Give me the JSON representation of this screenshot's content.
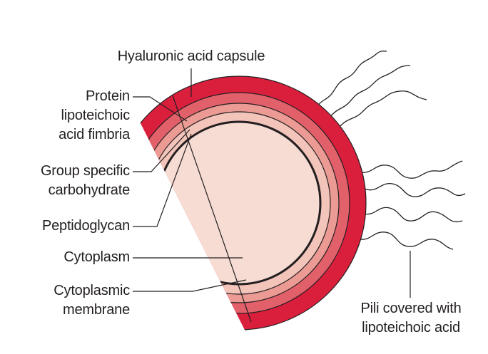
{
  "labels": {
    "capsule": "Hyaluronic acid capsule",
    "fimbria": [
      "Protein",
      "lipoteichoic",
      "acid fimbria"
    ],
    "group_carb": [
      "Group specific",
      "carbohydrate"
    ],
    "peptidoglycan": "Peptidoglycan",
    "cytoplasm": "Cytoplasm",
    "membrane": [
      "Cytoplasmic",
      "membrane"
    ],
    "pili": [
      "Pili covered with",
      "lipoteichoic acid"
    ]
  },
  "colors": {
    "capsule": "#da1f3d",
    "fimbria_layer": "#e2606a",
    "carbohydrate_layer": "#ec9a94",
    "peptidoglycan_layer": "#f3c4ba",
    "cytoplasm": "#f7dcd4",
    "outline": "#231f20"
  }
}
